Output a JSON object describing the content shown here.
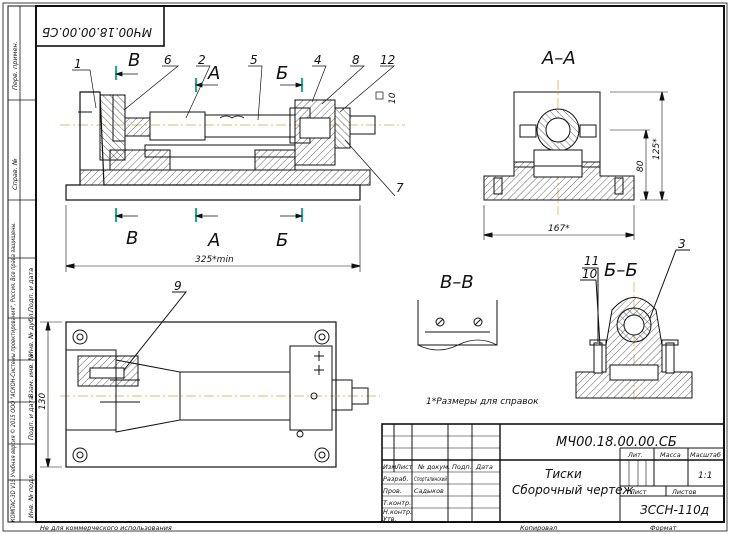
{
  "drawing": {
    "code": "МЧ00.18.00.00.СБ",
    "code_rotated": "МЧ00.18.00.00.СБ",
    "title_line1": "Тиски",
    "title_line2": "Сборочный чертеж",
    "org": "ЗССН-110д",
    "scale": "1:1",
    "note": "1*Размеры для справок",
    "footer_left": "Не для коммерческого использования",
    "footer_copied": "Копировал",
    "footer_format": "Формат"
  },
  "title_block": {
    "col_headers": [
      "Изм",
      "Лист",
      "№ докум.",
      "Подп.",
      "Дата"
    ],
    "rows": [
      {
        "role": "Разраб.",
        "name": "Спорталинский"
      },
      {
        "role": "Пров.",
        "name": "Садыков"
      },
      {
        "role": "Т.контр.",
        "name": ""
      },
      {
        "role": "Н.контр.",
        "name": ""
      },
      {
        "role": "Утв.",
        "name": ""
      }
    ],
    "lit_label": "Лит.",
    "mass_label": "Масса",
    "scale_label": "Масштаб",
    "sheet_label": "Лист",
    "sheets_label": "Листов"
  },
  "side_strip": {
    "labels": [
      "Перв. примен.",
      "Справ. №",
      "Подп. и дата",
      "Инв. № дубл.",
      "Взам. инв. №",
      "Подп. и дата",
      "Инв. № подл."
    ],
    "vendor": "КОМПАС-3D V15 Учебная версия © 2015 ООО \"АСКОН-Системы проектирования\", Россия. Все права защищены."
  },
  "views": {
    "section_aa": "А–А",
    "section_bb": "Б–Б",
    "section_vv": "В–В"
  },
  "dimensions": {
    "overall_length": "325*min",
    "width_167": "167*",
    "height_125": "125*",
    "height_80": "80",
    "plan_130": "130",
    "square_10": "10"
  },
  "cut_letters": {
    "A": "А",
    "B": "Б",
    "V": "В"
  },
  "callouts": {
    "c1": "1",
    "c2": "2",
    "c3": "3",
    "c4": "4",
    "c5": "5",
    "c6": "6",
    "c7": "7",
    "c8": "8",
    "c9": "9",
    "c10": "10",
    "c11": "11",
    "c12": "12"
  },
  "colors": {
    "line": "#111111",
    "cut_marker": "#2aa58f",
    "center_line": "#d9a441",
    "paper": "#ffffff"
  }
}
